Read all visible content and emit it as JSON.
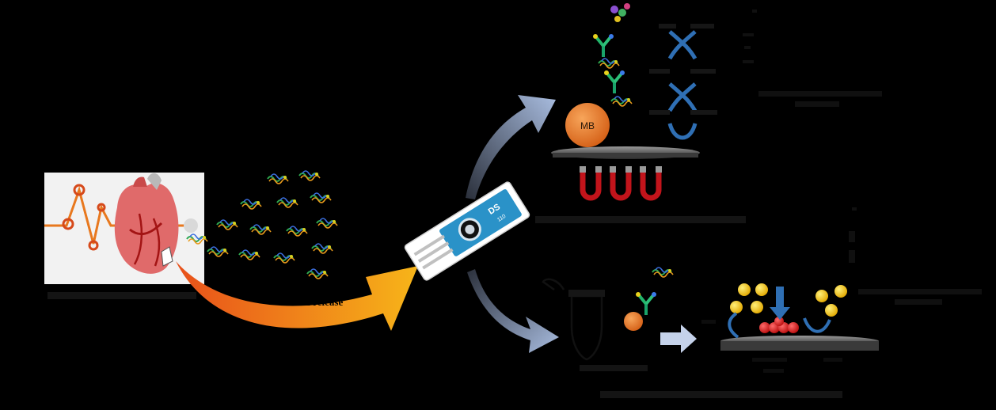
{
  "release_label": "hcTnI release",
  "strip": {
    "brand": "DS",
    "model": "110"
  },
  "magnetic_bead": {
    "label": "MB"
  },
  "colors": {
    "background": "#000000",
    "release_arrow_start": "#e8501a",
    "release_arrow_end": "#f7b519",
    "flow_arrow": "#9fb4d6",
    "bead": "#e8792a",
    "magnet": "#c2141b",
    "strip_blue": "#2a92c8",
    "gold_particle": "#f5c000",
    "red_particle": "#d41414",
    "electron_arrow": "#2f6fb4"
  },
  "icons": [
    "heart-icon",
    "ecg-trace-icon",
    "protein-molecule-icon",
    "screen-printed-electrode-icon",
    "magnetic-bead-icon",
    "antibody-icon",
    "magnet-icon",
    "microtube-icon",
    "gold-nanoparticle-icon",
    "down-arrow-icon",
    "block-arrow-icon"
  ]
}
